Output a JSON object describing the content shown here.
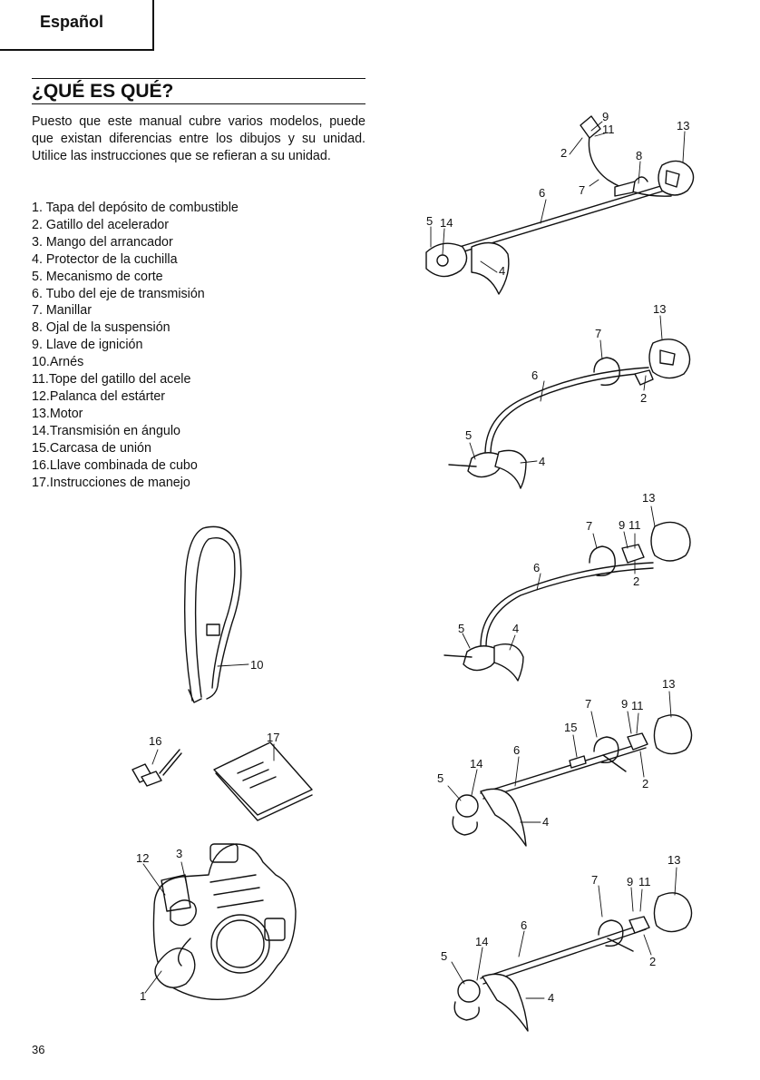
{
  "language_tab": "Español",
  "title": "¿QUÉ ES QUÉ?",
  "intro": "Puesto que este manual cubre varios modelos, puede que existan diferencias entre los dibujos y su unidad. Utilice las instrucciones que se refieran a su unidad.",
  "parts": [
    "1.  Tapa del depósito de combustible",
    "2.  Gatillo del acelerador",
    "3.  Mango del arrancador",
    "4.  Protector de la cuchilla",
    "5.  Mecanismo de corte",
    "6.  Tubo del eje de transmisión",
    "7.  Manillar",
    "8.  Ojal de la suspensión",
    "9.  Llave de ignición",
    "10.Arnés",
    "11.Tope del gatillo del acele",
    "12.Palanca del estárter",
    "13.Motor",
    "14.Transmisión en ángulo",
    "15.Carcasa de unión",
    "16.Llave combinada de cubo",
    "17.Instrucciones de manejo"
  ],
  "callouts": {
    "n1": "1",
    "n2": "2",
    "n3": "3",
    "n4": "4",
    "n5": "5",
    "n6": "6",
    "n7": "7",
    "n8": "8",
    "n9": "9",
    "n10": "10",
    "n11": "11",
    "n12": "12",
    "n13": "13",
    "n14": "14",
    "n15": "15",
    "n16": "16",
    "n17": "17"
  },
  "page_number": "36"
}
